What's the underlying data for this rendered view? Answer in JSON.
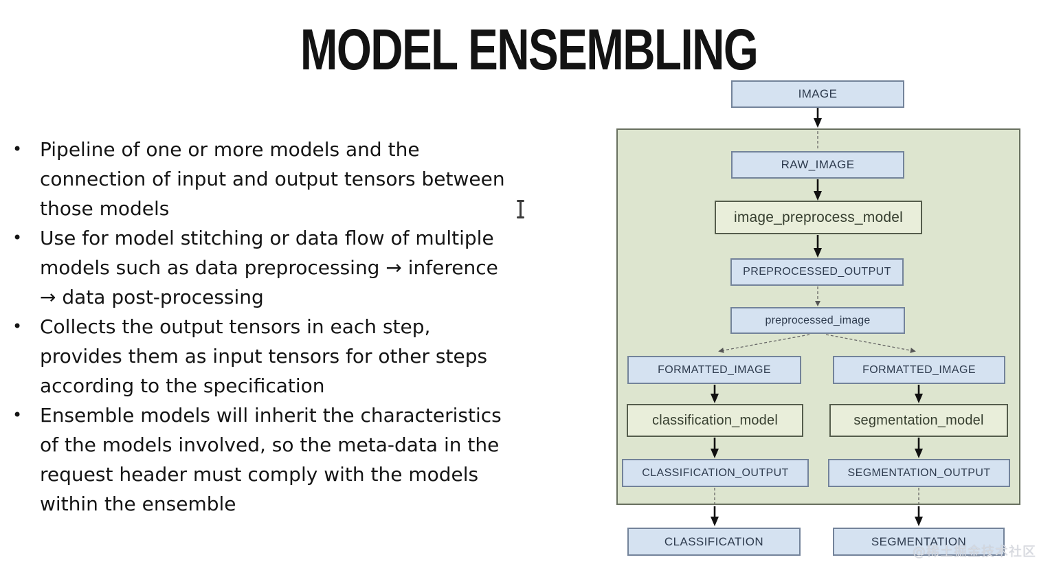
{
  "title": "MODEL ENSEMBLING",
  "bullets": [
    "Pipeline of one or more models and the\nconnection of input and output tensors between\nthose models",
    "Use for model stitching or data flow of multiple\nmodels such as data preprocessing → inference\n→ data post-processing",
    "Collects the output tensors in each step,\nprovides them as input tensors for other steps\naccording to the specification",
    "Ensemble models will inherit the characteristics\nof the models involved, so the meta-data in the\nrequest header must comply with the models\nwithin the ensemble"
  ],
  "watermark": "@稀土掘金技术社区",
  "diagram": {
    "nodes": [
      {
        "id": "image",
        "label": "IMAGE",
        "type": "io-tensor"
      },
      {
        "id": "raw_image",
        "label": "RAW_IMAGE",
        "type": "tensor"
      },
      {
        "id": "image_preprocess",
        "label": "image_preprocess_model",
        "type": "model"
      },
      {
        "id": "preprocessed_output",
        "label": "PREPROCESSED_OUTPUT",
        "type": "tensor"
      },
      {
        "id": "preprocessed_image",
        "label": "preprocessed_image",
        "type": "tensor"
      },
      {
        "id": "formatted_image_left",
        "label": "FORMATTED_IMAGE",
        "type": "tensor"
      },
      {
        "id": "formatted_image_right",
        "label": "FORMATTED_IMAGE",
        "type": "tensor"
      },
      {
        "id": "classification_model",
        "label": "classification_model",
        "type": "model"
      },
      {
        "id": "segmentation_model",
        "label": "segmentation_model",
        "type": "model"
      },
      {
        "id": "classification_output",
        "label": "CLASSIFICATION_OUTPUT",
        "type": "tensor"
      },
      {
        "id": "segmentation_output",
        "label": "SEGMENTATION_OUTPUT",
        "type": "tensor"
      },
      {
        "id": "classification",
        "label": "CLASSIFICATION",
        "type": "io-tensor"
      },
      {
        "id": "segmentation",
        "label": "SEGMENTATION",
        "type": "io-tensor"
      }
    ],
    "edges": [
      {
        "from": "image",
        "to": "raw_image",
        "style": "solid-then-dashed"
      },
      {
        "from": "raw_image",
        "to": "image_preprocess",
        "style": "solid"
      },
      {
        "from": "image_preprocess",
        "to": "preprocessed_output",
        "style": "solid"
      },
      {
        "from": "preprocessed_output",
        "to": "preprocessed_image",
        "style": "dashed"
      },
      {
        "from": "preprocessed_image",
        "to": "formatted_image_left",
        "style": "dashed"
      },
      {
        "from": "preprocessed_image",
        "to": "formatted_image_right",
        "style": "dashed"
      },
      {
        "from": "formatted_image_left",
        "to": "classification_model",
        "style": "solid"
      },
      {
        "from": "formatted_image_right",
        "to": "segmentation_model",
        "style": "solid"
      },
      {
        "from": "classification_model",
        "to": "classification_output",
        "style": "solid"
      },
      {
        "from": "segmentation_model",
        "to": "segmentation_output",
        "style": "solid"
      },
      {
        "from": "classification_output",
        "to": "classification",
        "style": "dashed-then-solid"
      },
      {
        "from": "segmentation_output",
        "to": "segmentation",
        "style": "dashed-then-solid"
      }
    ],
    "colors": {
      "ensemble_bg": "#dde5cf",
      "ensemble_border": "#68705f",
      "tensor_fill": "#d5e2f1",
      "tensor_border": "#73839a",
      "model_fill": "#e9eeda",
      "model_border": "#555d4c",
      "node_text": "#2e3b4e",
      "arrow_solid": "#111111",
      "arrow_dashed": "#666666"
    }
  }
}
